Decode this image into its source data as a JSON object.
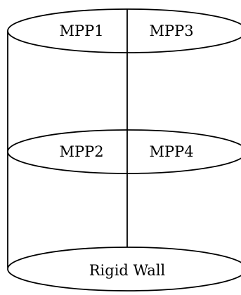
{
  "sections": {
    "top": {
      "left_label": "MPP1",
      "right_label": "MPP3"
    },
    "middle": {
      "left_label": "MPP2",
      "right_label": "MPP4"
    },
    "bottom": {
      "label": "Rigid Wall"
    }
  },
  "colors": {
    "line": "#000000",
    "background": "#ffffff"
  }
}
